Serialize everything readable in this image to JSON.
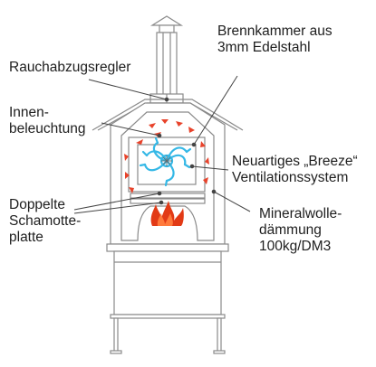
{
  "labels": {
    "combustion_chamber": [
      "Brennkammer aus",
      "3mm Edelstahl"
    ],
    "flue_regulator": [
      "Rauchabzugsregler"
    ],
    "interior_lighting": [
      "Innen-",
      "beleuchtung"
    ],
    "ventilation": [
      "Neuartiges „Breeze“",
      "Ventilationssystem"
    ],
    "firebrick": [
      "Doppelte",
      "Schamotte-",
      "platte"
    ],
    "insulation": [
      "Mineralwolle-",
      "dämmung",
      "100kg/DM3"
    ]
  },
  "colors": {
    "outline": "#8a8a8a",
    "leader": "#444444",
    "airflow_arrow": "#e8432b",
    "fan": "#35b8e6",
    "flame": "#e23a16",
    "text": "#1e1e1e"
  }
}
